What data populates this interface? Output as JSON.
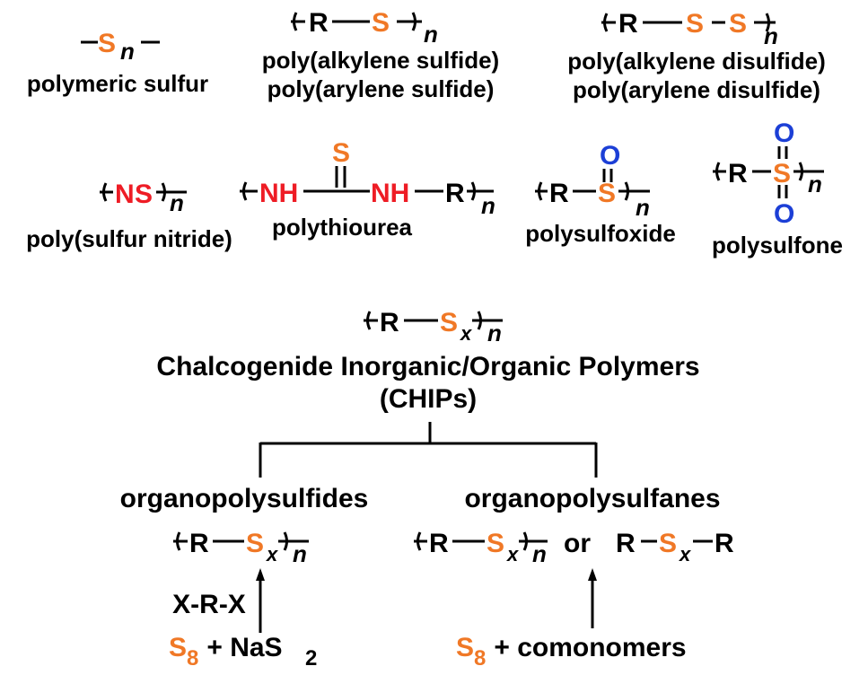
{
  "colors": {
    "sulfur": "#f07826",
    "nitrogen": "#ee1c25",
    "oxygen": "#1c3fd6",
    "text": "#000000"
  },
  "structures": {
    "polymeric_sulfur": {
      "atom": "S",
      "sub": "n",
      "label": "polymeric sulfur"
    },
    "polysulfide": {
      "r": "R",
      "s": "S",
      "sub": "n",
      "label1": "poly(alkylene sulfide)",
      "label2": "poly(arylene sulfide)"
    },
    "polydisulfide": {
      "r": "R",
      "s1": "S",
      "s2": "S",
      "sub": "n",
      "label1": "poly(alkylene disulfide)",
      "label2": "poly(arylene disulfide)"
    },
    "sulfur_nitride": {
      "n": "N",
      "s": "S",
      "sub": "n",
      "label": "poly(sulfur nitride)"
    },
    "polythiourea": {
      "s": "S",
      "nh1": "NH",
      "nh2": "NH",
      "r": "R",
      "sub": "n",
      "label": "polythiourea"
    },
    "polysulfoxide": {
      "r": "R",
      "s": "S",
      "o": "O",
      "sub": "n",
      "label": "polysulfoxide"
    },
    "polysulfone": {
      "r": "R",
      "s": "S",
      "o1": "O",
      "o2": "O",
      "sub": "n",
      "label": "polysulfone"
    }
  },
  "chips": {
    "formula": {
      "r": "R",
      "s": "S",
      "x": "x",
      "sub": "n"
    },
    "title_line1": "Chalcogenide Inorganic/Organic Polymers",
    "title_line2": "(CHIPs)"
  },
  "branches": {
    "left": {
      "title": "organopolysulfides",
      "formula": {
        "r": "R",
        "s": "S",
        "x": "x",
        "sub": "n"
      },
      "reagent": "X-R-X",
      "start": {
        "s": "S",
        "sub": "8",
        "rest": " + NaS",
        "sub2": "2"
      }
    },
    "right": {
      "title": "organopolysulfanes",
      "formula": {
        "r": "R",
        "s": "S",
        "x": "x",
        "sub": "n"
      },
      "or_text": "or",
      "formula2": {
        "r1": "R",
        "s": "S",
        "x": "x",
        "r2": "R"
      },
      "start": {
        "s": "S",
        "sub": "8",
        "rest": " + comonomers"
      }
    }
  }
}
